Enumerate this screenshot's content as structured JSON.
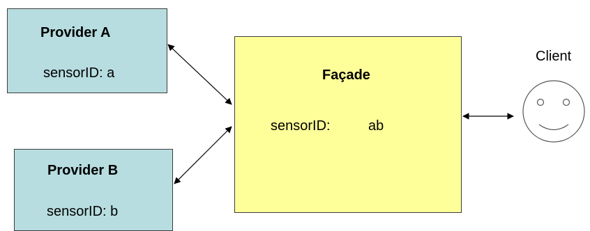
{
  "provider_a": {
    "title": "Provider A",
    "sensor_label": "sensorID: a"
  },
  "provider_b": {
    "title": "Provider B",
    "sensor_label": "sensorID: b"
  },
  "facade": {
    "title": "Façade",
    "sensor_key": "sensorID:",
    "sensor_value": "ab"
  },
  "client": {
    "label": "Client",
    "icon": "smiley-face-icon"
  },
  "colors": {
    "provider_fill": "#b7dde0",
    "facade_fill": "#ffff99",
    "border": "#3c3c3c",
    "arrow": "#000000"
  }
}
